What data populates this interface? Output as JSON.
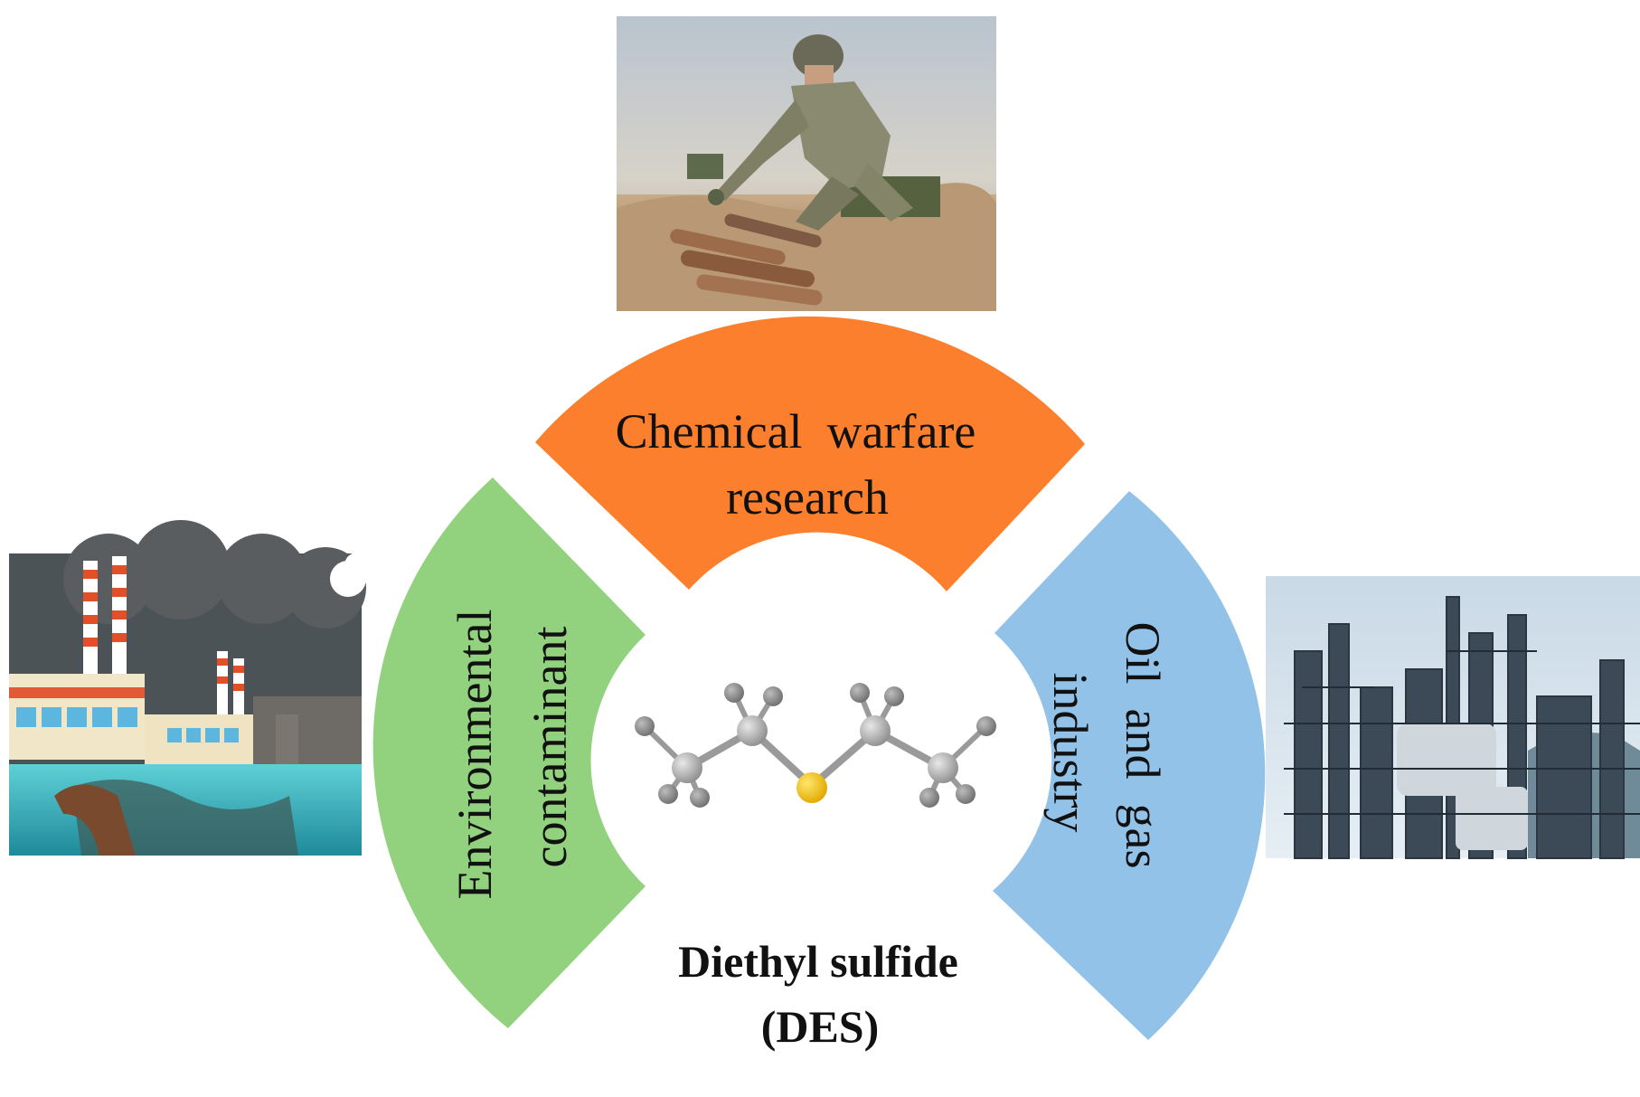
{
  "center": {
    "title_line1": "Diethyl sulfide",
    "title_line2": "(DES)",
    "molecule_icon": "diethyl-sulfide-molecule-icon"
  },
  "segments": {
    "top": {
      "line1": "Chemical  warfare",
      "line2": "research",
      "color": "#fb7f2c"
    },
    "left": {
      "line1": "Environmental",
      "line2": "contaminant",
      "color": "#92d17e"
    },
    "right": {
      "line1": "Oil  and  gas",
      "line2": "industry",
      "color": "#92c2e8"
    }
  },
  "photos": {
    "top": "soldier-photo",
    "left": "factory-pollution-illustration",
    "right": "refinery-photo"
  },
  "colors": {
    "carbon": "#a9a9a9",
    "hydrogen": "#8c8c8c",
    "sulfur": "#f2c200",
    "bond": "#9a9a9a"
  }
}
